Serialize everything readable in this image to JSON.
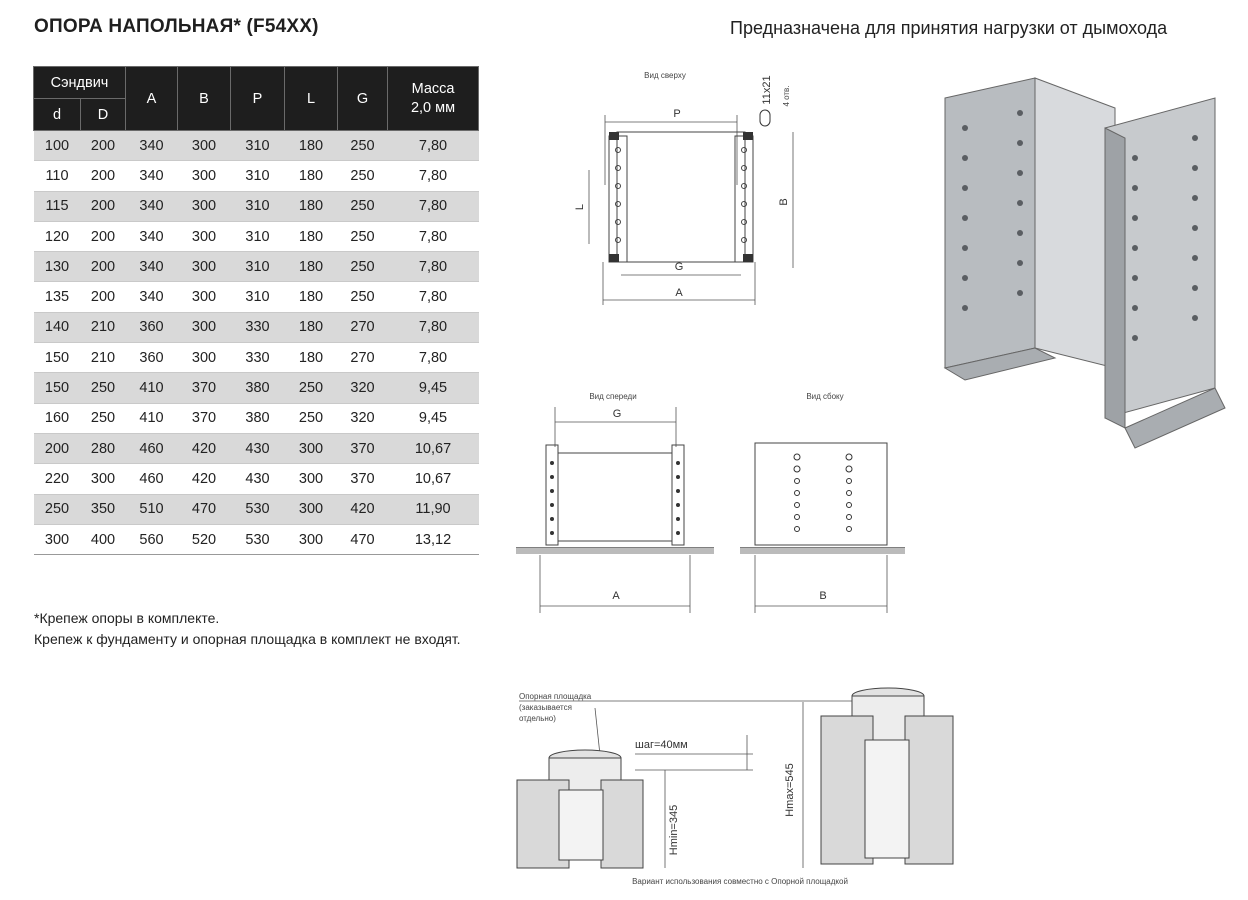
{
  "header": {
    "title": "ОПОРА НАПОЛЬНАЯ* (F54XX)",
    "subtitle": "Предназначена для принятия нагрузки от дымохода"
  },
  "table": {
    "group_label": "Сэндвич",
    "sub_headers": [
      "d",
      "D"
    ],
    "columns": [
      "A",
      "B",
      "P",
      "L",
      "G"
    ],
    "mass_label": "Масса 2,0 мм",
    "rows": [
      [
        "100",
        "200",
        "340",
        "300",
        "310",
        "180",
        "250",
        "7,80"
      ],
      [
        "110",
        "200",
        "340",
        "300",
        "310",
        "180",
        "250",
        "7,80"
      ],
      [
        "115",
        "200",
        "340",
        "300",
        "310",
        "180",
        "250",
        "7,80"
      ],
      [
        "120",
        "200",
        "340",
        "300",
        "310",
        "180",
        "250",
        "7,80"
      ],
      [
        "130",
        "200",
        "340",
        "300",
        "310",
        "180",
        "250",
        "7,80"
      ],
      [
        "135",
        "200",
        "340",
        "300",
        "310",
        "180",
        "250",
        "7,80"
      ],
      [
        "140",
        "210",
        "360",
        "300",
        "330",
        "180",
        "270",
        "7,80"
      ],
      [
        "150",
        "210",
        "360",
        "300",
        "330",
        "180",
        "270",
        "7,80"
      ],
      [
        "150",
        "250",
        "410",
        "370",
        "380",
        "250",
        "320",
        "9,45"
      ],
      [
        "160",
        "250",
        "410",
        "370",
        "380",
        "250",
        "320",
        "9,45"
      ],
      [
        "200",
        "280",
        "460",
        "420",
        "430",
        "300",
        "370",
        "10,67"
      ],
      [
        "220",
        "300",
        "460",
        "420",
        "430",
        "300",
        "370",
        "10,67"
      ],
      [
        "250",
        "350",
        "510",
        "470",
        "530",
        "300",
        "420",
        "11,90"
      ],
      [
        "300",
        "400",
        "560",
        "520",
        "530",
        "300",
        "470",
        "13,12"
      ]
    ]
  },
  "notes": {
    "line1": "*Крепеж опоры в комплекте.",
    "line2": "Крепеж к фундаменту и опорная площадка в комплект не входят."
  },
  "drawings": {
    "top_view": {
      "caption": "Вид сверху",
      "hole": "11x21",
      "holes_count": "4 отв.",
      "label_p": "P",
      "label_g": "G",
      "label_a": "A",
      "label_l": "L",
      "label_b": "B"
    },
    "front_view": {
      "caption": "Вид спереди",
      "label_g": "G",
      "label_a": "A"
    },
    "side_view": {
      "caption": "Вид сбоку",
      "label_b": "B"
    },
    "assembly": {
      "platform_line1": "Опорная площадка",
      "platform_line2": "(заказывается",
      "platform_line3": "отдельно)",
      "step": "шаг=40мм",
      "hmin": "Hmin=345",
      "hmax": "Hmax=545",
      "caption": "Вариант использования совместно с Опорной площадкой"
    }
  }
}
